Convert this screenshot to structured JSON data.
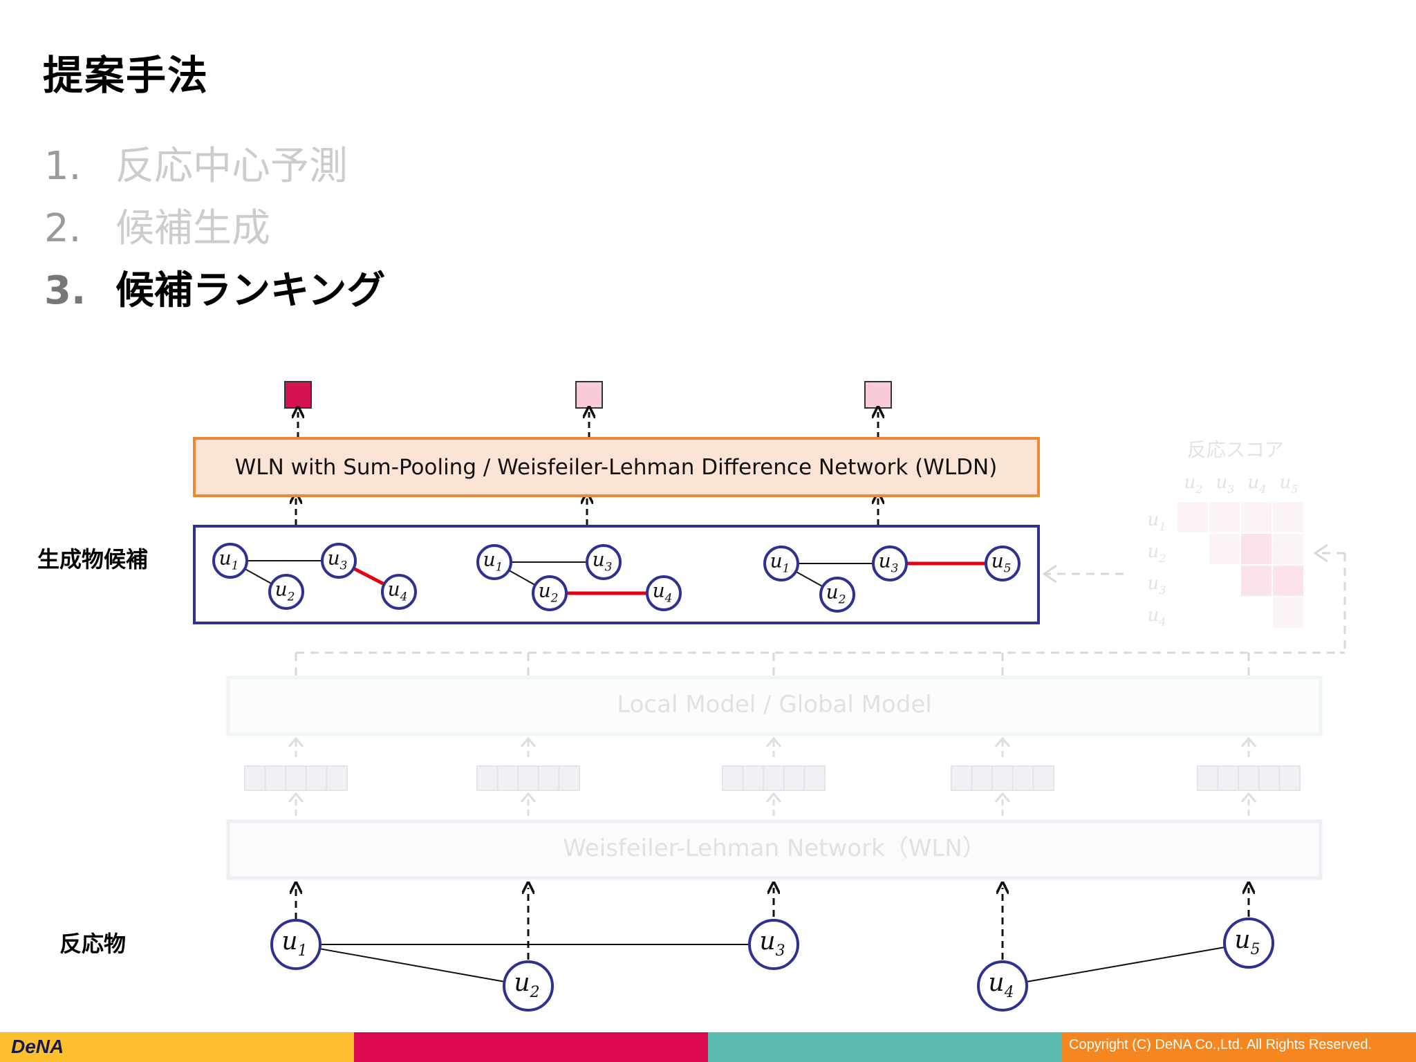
{
  "title": "提案手法",
  "steps": [
    {
      "num": "1.",
      "label": "反応中心予測"
    },
    {
      "num": "2.",
      "label": "候補生成"
    },
    {
      "num": "3.",
      "label": "候補ランキング"
    }
  ],
  "labels": {
    "candidates": "生成物候補",
    "reactants": "反応物",
    "wln_top": "WLN with Sum-Pooling / Weisfeiler-Lehman Difference Network (WLDN)",
    "local_global": "Local Model / Global Model",
    "wln_bottom": "Weisfeiler-Lehman Network（WLN）",
    "score_title": "反応スコア"
  },
  "candidate_graphs": [
    {
      "nodes": [
        "u1",
        "u2",
        "u3",
        "u4"
      ]
    },
    {
      "nodes": [
        "u1",
        "u3",
        "u2",
        "u4"
      ]
    },
    {
      "nodes": [
        "u1",
        "u3",
        "u5",
        "u2"
      ]
    }
  ],
  "reactant_nodes": [
    "u1",
    "u2",
    "u3",
    "u4",
    "u5"
  ],
  "score_rows": [
    "u1",
    "u2",
    "u3",
    "u4"
  ],
  "score_cols": [
    "u2",
    "u3",
    "u4",
    "u5"
  ],
  "footer": {
    "logo": "DeNA",
    "copyright": "Copyright (C) DeNA Co.,Ltd. All Rights Reserved.",
    "colors": [
      "#fcc12d",
      "#db0a50",
      "#5bbcb0",
      "#f6861f"
    ]
  },
  "colors": {
    "orange": "#f08733",
    "navy": "#2e3190",
    "red": "#e60012",
    "output_dark": "#d5134f",
    "output_light": "#f8cbd6"
  }
}
